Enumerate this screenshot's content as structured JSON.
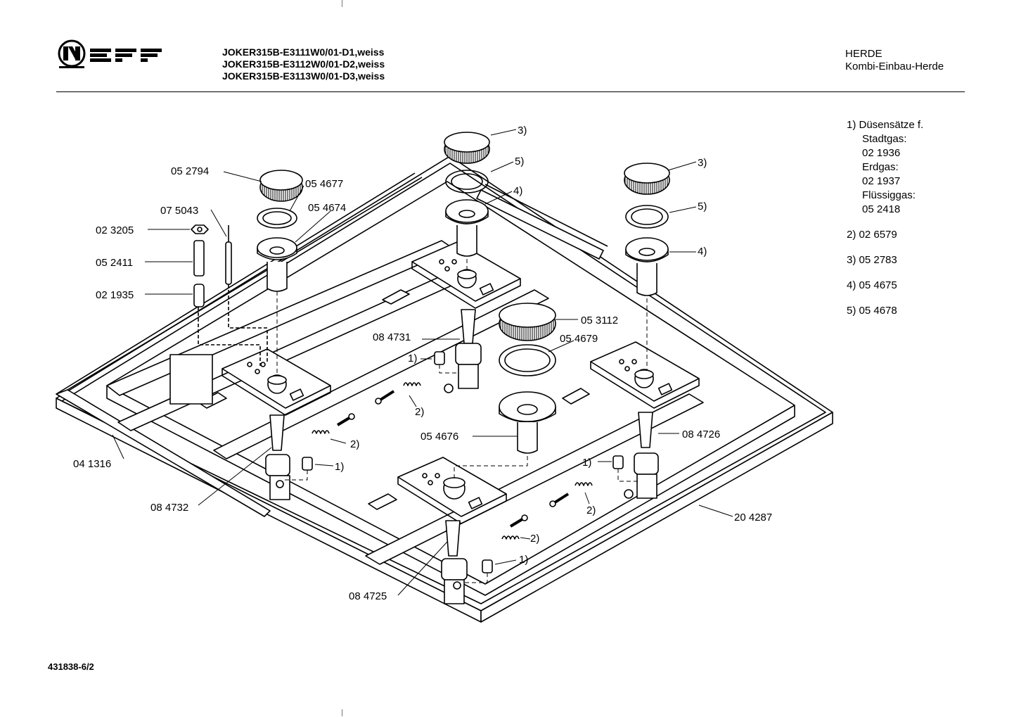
{
  "header": {
    "brand": "NEFF",
    "models": [
      "JOKER315B-E3111W0/01-D1,weiss",
      "JOKER315B-E3112W0/01-D2,weiss",
      "JOKER315B-E3113W0/01-D3,weiss"
    ],
    "category": "HERDE",
    "subcategory": "Kombi-Einbau-Herde"
  },
  "notes": {
    "n1_label": "1) Düsensätze f.",
    "n1_stadtgas_label": "Stadtgas:",
    "n1_stadtgas": "02 1936",
    "n1_erdgas_label": "Erdgas:",
    "n1_erdgas": "02 1937",
    "n1_fluessig_label": "Flüssiggas:",
    "n1_fluessig": "05 2418",
    "n2": "2) 02 6579",
    "n3": "3) 05 2783",
    "n4": "4) 05 4675",
    "n5": "5) 05 4678"
  },
  "parts": {
    "p052794": "05 2794",
    "p054677": "05 4677",
    "p054674": "05 4674",
    "p075043": "07 5043",
    "p023205": "02 3205",
    "p052411": "05 2411",
    "p021935": "02 1935",
    "p041316": "04 1316",
    "p084732": "08 4732",
    "p084731": "08 4731",
    "p053112": "05 3112",
    "p054679": "05 4679",
    "p054676": "05 4676",
    "p084726": "08 4726",
    "p204287": "20 4287",
    "p084725": "08 4725"
  },
  "refs": {
    "r3": "3)",
    "r5": "5)",
    "r4": "4)",
    "r1": "1)",
    "r2": "2)"
  },
  "footer": {
    "doc_number": "431838-6/2"
  }
}
